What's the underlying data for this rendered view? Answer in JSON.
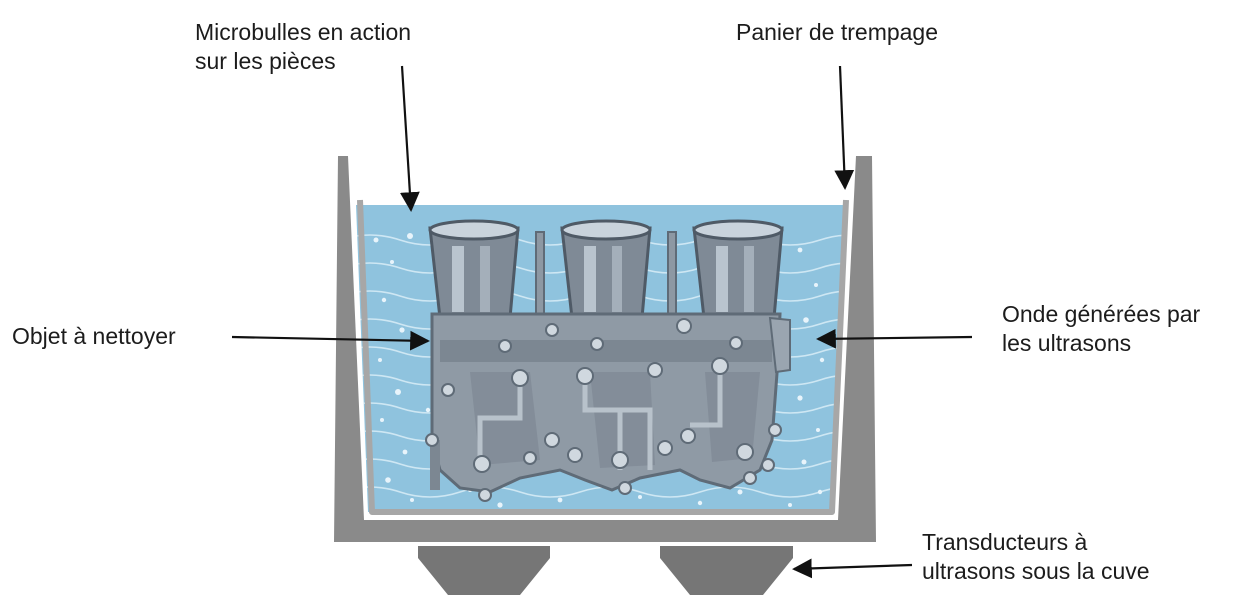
{
  "labels": {
    "microbubbles": [
      "Microbulles en action",
      "sur les pièces"
    ],
    "basket": [
      "Panier de trempage"
    ],
    "object": [
      "Objet à nettoyer"
    ],
    "waves": [
      "Onde générées par",
      "les ultrasons"
    ],
    "transducers": [
      "Transducteurs à",
      "ultrasons sous la cuve"
    ]
  },
  "colors": {
    "tank": "#8a8a8a",
    "basket": "#a7a7a7",
    "water": "#8fc3de",
    "water_light": "#b4d9ec",
    "part": "#8f9aa5",
    "part_dark": "#5f6b77",
    "transducer": "#767676",
    "arrow": "#111111",
    "text": "#1c1c1c"
  }
}
